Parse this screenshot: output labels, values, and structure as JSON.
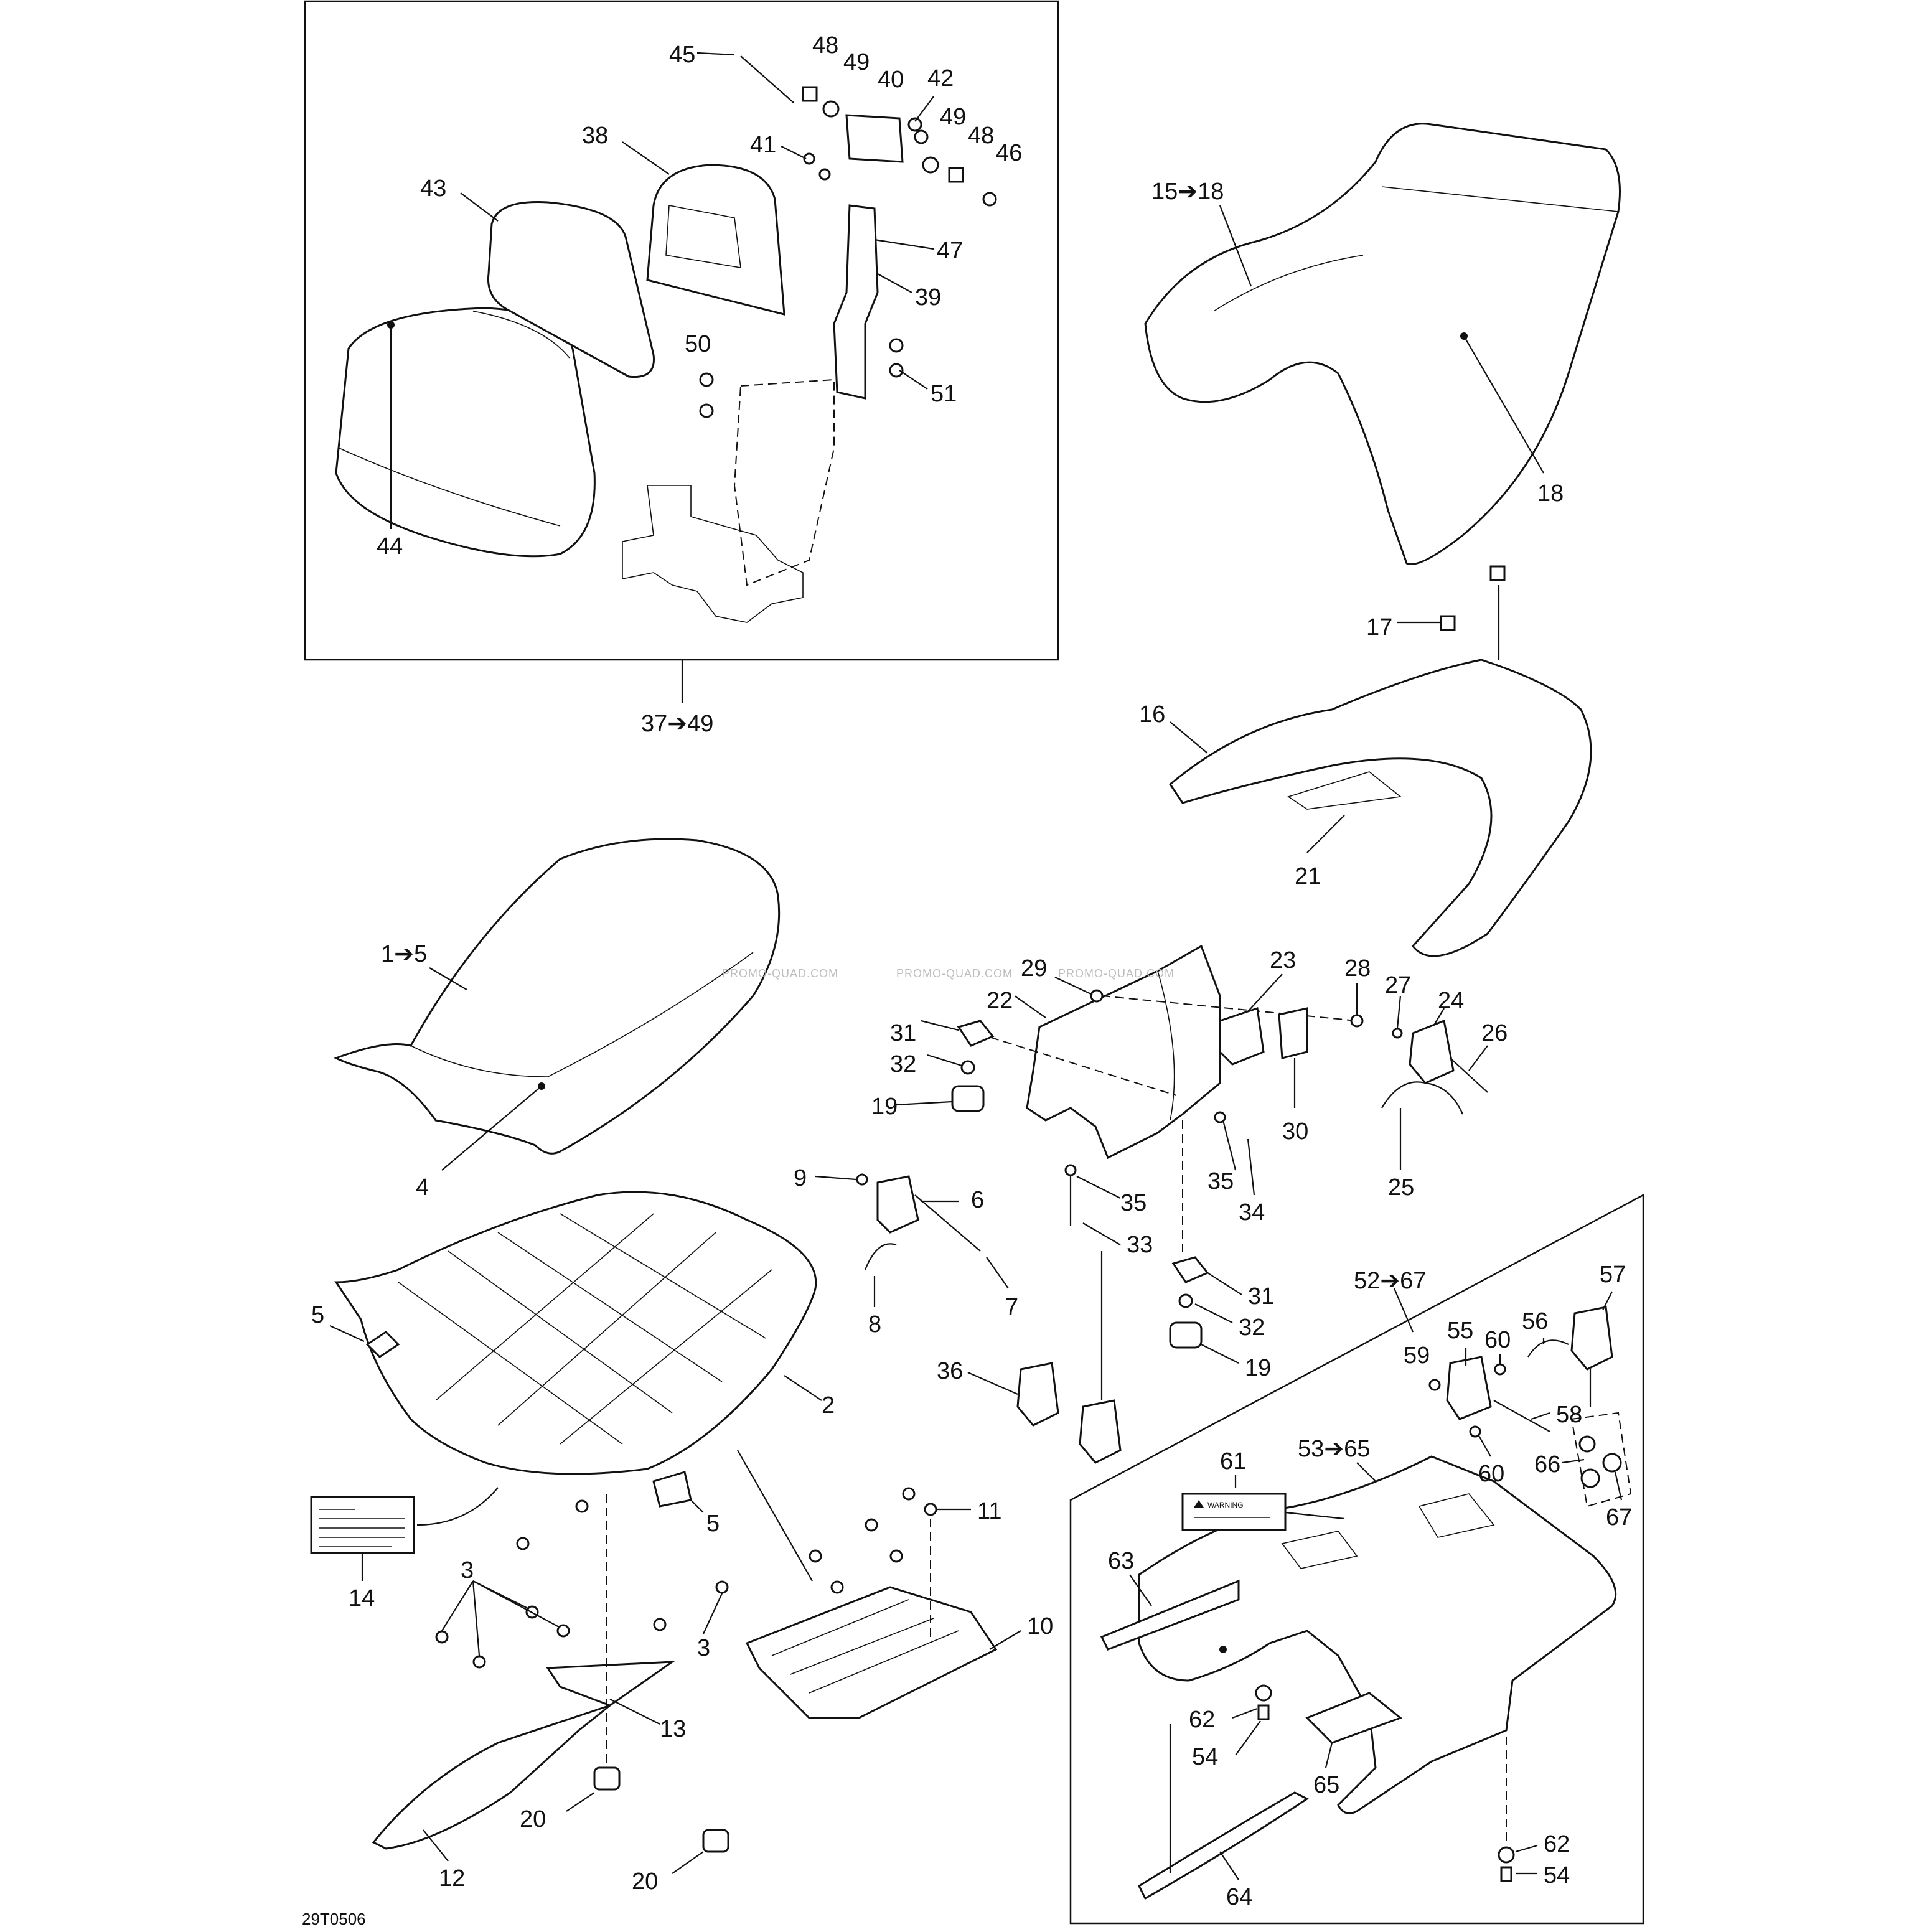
{
  "callouts": [
    {
      "id": "c45",
      "text": "45"
    },
    {
      "id": "c48a",
      "text": "48"
    },
    {
      "id": "c49a",
      "text": "49"
    },
    {
      "id": "c40",
      "text": "40"
    },
    {
      "id": "c42",
      "text": "42"
    },
    {
      "id": "c49b",
      "text": "49"
    },
    {
      "id": "c48b",
      "text": "48"
    },
    {
      "id": "c46",
      "text": "46"
    },
    {
      "id": "c41",
      "text": "41"
    },
    {
      "id": "c38",
      "text": "38"
    },
    {
      "id": "c43",
      "text": "43"
    },
    {
      "id": "c47",
      "text": "47"
    },
    {
      "id": "c39",
      "text": "39"
    },
    {
      "id": "c50",
      "text": "50"
    },
    {
      "id": "c51",
      "text": "51"
    },
    {
      "id": "c44",
      "text": "44"
    },
    {
      "id": "c37_49",
      "text": "37➔49"
    },
    {
      "id": "c15_18",
      "text": "15➔18"
    },
    {
      "id": "c18",
      "text": "18"
    },
    {
      "id": "c17",
      "text": "17"
    },
    {
      "id": "c16",
      "text": "16"
    },
    {
      "id": "c21",
      "text": "21"
    },
    {
      "id": "c1_5",
      "text": "1➔5"
    },
    {
      "id": "c4",
      "text": "4"
    },
    {
      "id": "c29",
      "text": "29"
    },
    {
      "id": "c22",
      "text": "22"
    },
    {
      "id": "c31a",
      "text": "31"
    },
    {
      "id": "c32a",
      "text": "32"
    },
    {
      "id": "c19a",
      "text": "19"
    },
    {
      "id": "c23",
      "text": "23"
    },
    {
      "id": "c28",
      "text": "28"
    },
    {
      "id": "c27",
      "text": "27"
    },
    {
      "id": "c24",
      "text": "24"
    },
    {
      "id": "c26",
      "text": "26"
    },
    {
      "id": "c30",
      "text": "30"
    },
    {
      "id": "c35a",
      "text": "35"
    },
    {
      "id": "c34",
      "text": "34"
    },
    {
      "id": "c25",
      "text": "25"
    },
    {
      "id": "c35b",
      "text": "35"
    },
    {
      "id": "c33",
      "text": "33"
    },
    {
      "id": "c31b",
      "text": "31"
    },
    {
      "id": "c32b",
      "text": "32"
    },
    {
      "id": "c19b",
      "text": "19"
    },
    {
      "id": "c9",
      "text": "9"
    },
    {
      "id": "c6",
      "text": "6"
    },
    {
      "id": "c8",
      "text": "8"
    },
    {
      "id": "c7",
      "text": "7"
    },
    {
      "id": "c5a",
      "text": "5"
    },
    {
      "id": "c2",
      "text": "2"
    },
    {
      "id": "c36",
      "text": "36"
    },
    {
      "id": "c5b",
      "text": "5"
    },
    {
      "id": "c14",
      "text": "14"
    },
    {
      "id": "c3a",
      "text": "3"
    },
    {
      "id": "c3b",
      "text": "3"
    },
    {
      "id": "c11",
      "text": "11"
    },
    {
      "id": "c10",
      "text": "10"
    },
    {
      "id": "c13",
      "text": "13"
    },
    {
      "id": "c20a",
      "text": "20"
    },
    {
      "id": "c12",
      "text": "12"
    },
    {
      "id": "c20b",
      "text": "20"
    },
    {
      "id": "c52_67",
      "text": "52➔67"
    },
    {
      "id": "c57",
      "text": "57"
    },
    {
      "id": "c56",
      "text": "56"
    },
    {
      "id": "c55",
      "text": "55"
    },
    {
      "id": "c60a",
      "text": "60"
    },
    {
      "id": "c59",
      "text": "59"
    },
    {
      "id": "c58",
      "text": "58"
    },
    {
      "id": "c60b",
      "text": "60"
    },
    {
      "id": "c66",
      "text": "66"
    },
    {
      "id": "c67",
      "text": "67"
    },
    {
      "id": "c53_65",
      "text": "53➔65"
    },
    {
      "id": "c61",
      "text": "61"
    },
    {
      "id": "c63",
      "text": "63"
    },
    {
      "id": "c62a",
      "text": "62"
    },
    {
      "id": "c54a",
      "text": "54"
    },
    {
      "id": "c65",
      "text": "65"
    },
    {
      "id": "c62b",
      "text": "62"
    },
    {
      "id": "c54b",
      "text": "54"
    },
    {
      "id": "c64",
      "text": "64"
    }
  ],
  "warning_label": {
    "title": "WARNING"
  },
  "watermarks": [
    "PROMO-QUAD.COM",
    "PROMO-QUAD.COM",
    "PROMO-QUAD.COM"
  ],
  "drawing_number": "29T0506"
}
